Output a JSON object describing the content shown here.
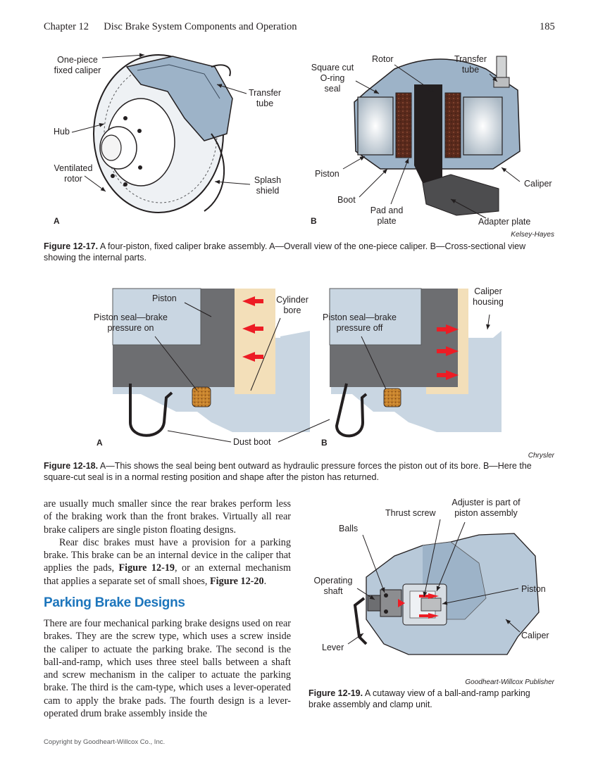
{
  "header": {
    "chapter": "Chapter 12",
    "title": "Disc Brake System Components and Operation",
    "page_number": "185"
  },
  "figure_17": {
    "panel_a": {
      "one_piece": "One-piece",
      "fixed_caliper": "fixed caliper",
      "transfer": "Transfer",
      "tube": "tube",
      "hub": "Hub",
      "ventilated": "Ventilated",
      "rotor": "rotor",
      "splash": "Splash",
      "shield": "shield",
      "letter": "A"
    },
    "panel_b": {
      "square_cut": "Square cut",
      "o_ring": "O-ring",
      "seal": "seal",
      "rotor": "Rotor",
      "transfer": "Transfer",
      "tube": "tube",
      "piston": "Piston",
      "caliper": "Caliper",
      "boot": "Boot",
      "pad_and": "Pad and",
      "plate": "plate",
      "adapter_plate": "Adapter plate",
      "letter": "B"
    },
    "credit": "Kelsey-Hayes",
    "caption_label": "Figure 12-17.",
    "caption_line1": " A four-piston, fixed caliper brake assembly. A—Overall view of the one-piece caliper. B—Cross-sectional view",
    "caption_line2": "showing the internal parts."
  },
  "figure_18": {
    "panel_a": {
      "piston": "Piston",
      "cylinder": "Cylinder",
      "bore": "bore",
      "seal_line1": "Piston seal—brake",
      "seal_line2": "pressure on",
      "letter": "A"
    },
    "dust_boot": "Dust boot",
    "panel_b": {
      "caliper": "Caliper",
      "housing": "housing",
      "seal_line1": "Piston seal—brake",
      "seal_line2": "pressure off",
      "letter": "B"
    },
    "credit": "Chrysler",
    "caption_label": "Figure 12-18.",
    "caption_line1": " A—This shows the seal being bent outward as hydraulic pressure forces the piston out of its bore. B—Here the",
    "caption_line2": "square-cut seal is in a normal resting position and shape after the piston has returned."
  },
  "body": {
    "para1": "are usually much smaller since the rear brakes perform less of the braking work than the front brakes. Virtually all rear brake calipers are single piston floating designs.",
    "para2_a": "Rear disc brakes must have a provision for a parking brake. This brake can be an internal device in the caliper that applies the pads, ",
    "para2_fig1": "Figure 12-19",
    "para2_b": ", or an external mechanism that applies a separate set of small shoes, ",
    "para2_fig2": "Figure 12-20",
    "para2_c": ".",
    "section_title": "Parking Brake Designs",
    "para3": "There are four mechanical parking brake designs used on rear brakes. They are the screw type, which uses a screw inside the caliper to actuate the parking brake. The second is the ball-and-ramp, which uses three steel balls between a shaft and screw mechanism in the caliper to actuate the parking brake. The third is the cam-type, which uses a lever-operated cam to apply the brake pads. The fourth design is a lever-operated drum brake assembly inside the"
  },
  "figure_19": {
    "adjuster_line1": "Adjuster is part of",
    "adjuster_line2": "piston assembly",
    "thrust_screw": "Thrust screw",
    "balls": "Balls",
    "operating": "Operating",
    "shaft": "shaft",
    "piston": "Piston",
    "caliper": "Caliper",
    "lever": "Lever",
    "credit": "Goodheart-Willcox Publisher",
    "caption_label": "Figure 12-19.",
    "caption_line1": " A cutaway view of a ball-and-ramp parking",
    "caption_line2": "brake assembly and clamp unit."
  },
  "footer": {
    "copyright": "Copyright by Goodheart-Willcox Co., Inc."
  },
  "colors": {
    "section_blue": "#1c75bc",
    "caliper_blue": "#b8c9d9",
    "piston_gray": "#6d6e71",
    "bore_tan": "#f3dfb9",
    "arrow_red": "#ed1c24",
    "seal_orange": "#c8842d"
  }
}
